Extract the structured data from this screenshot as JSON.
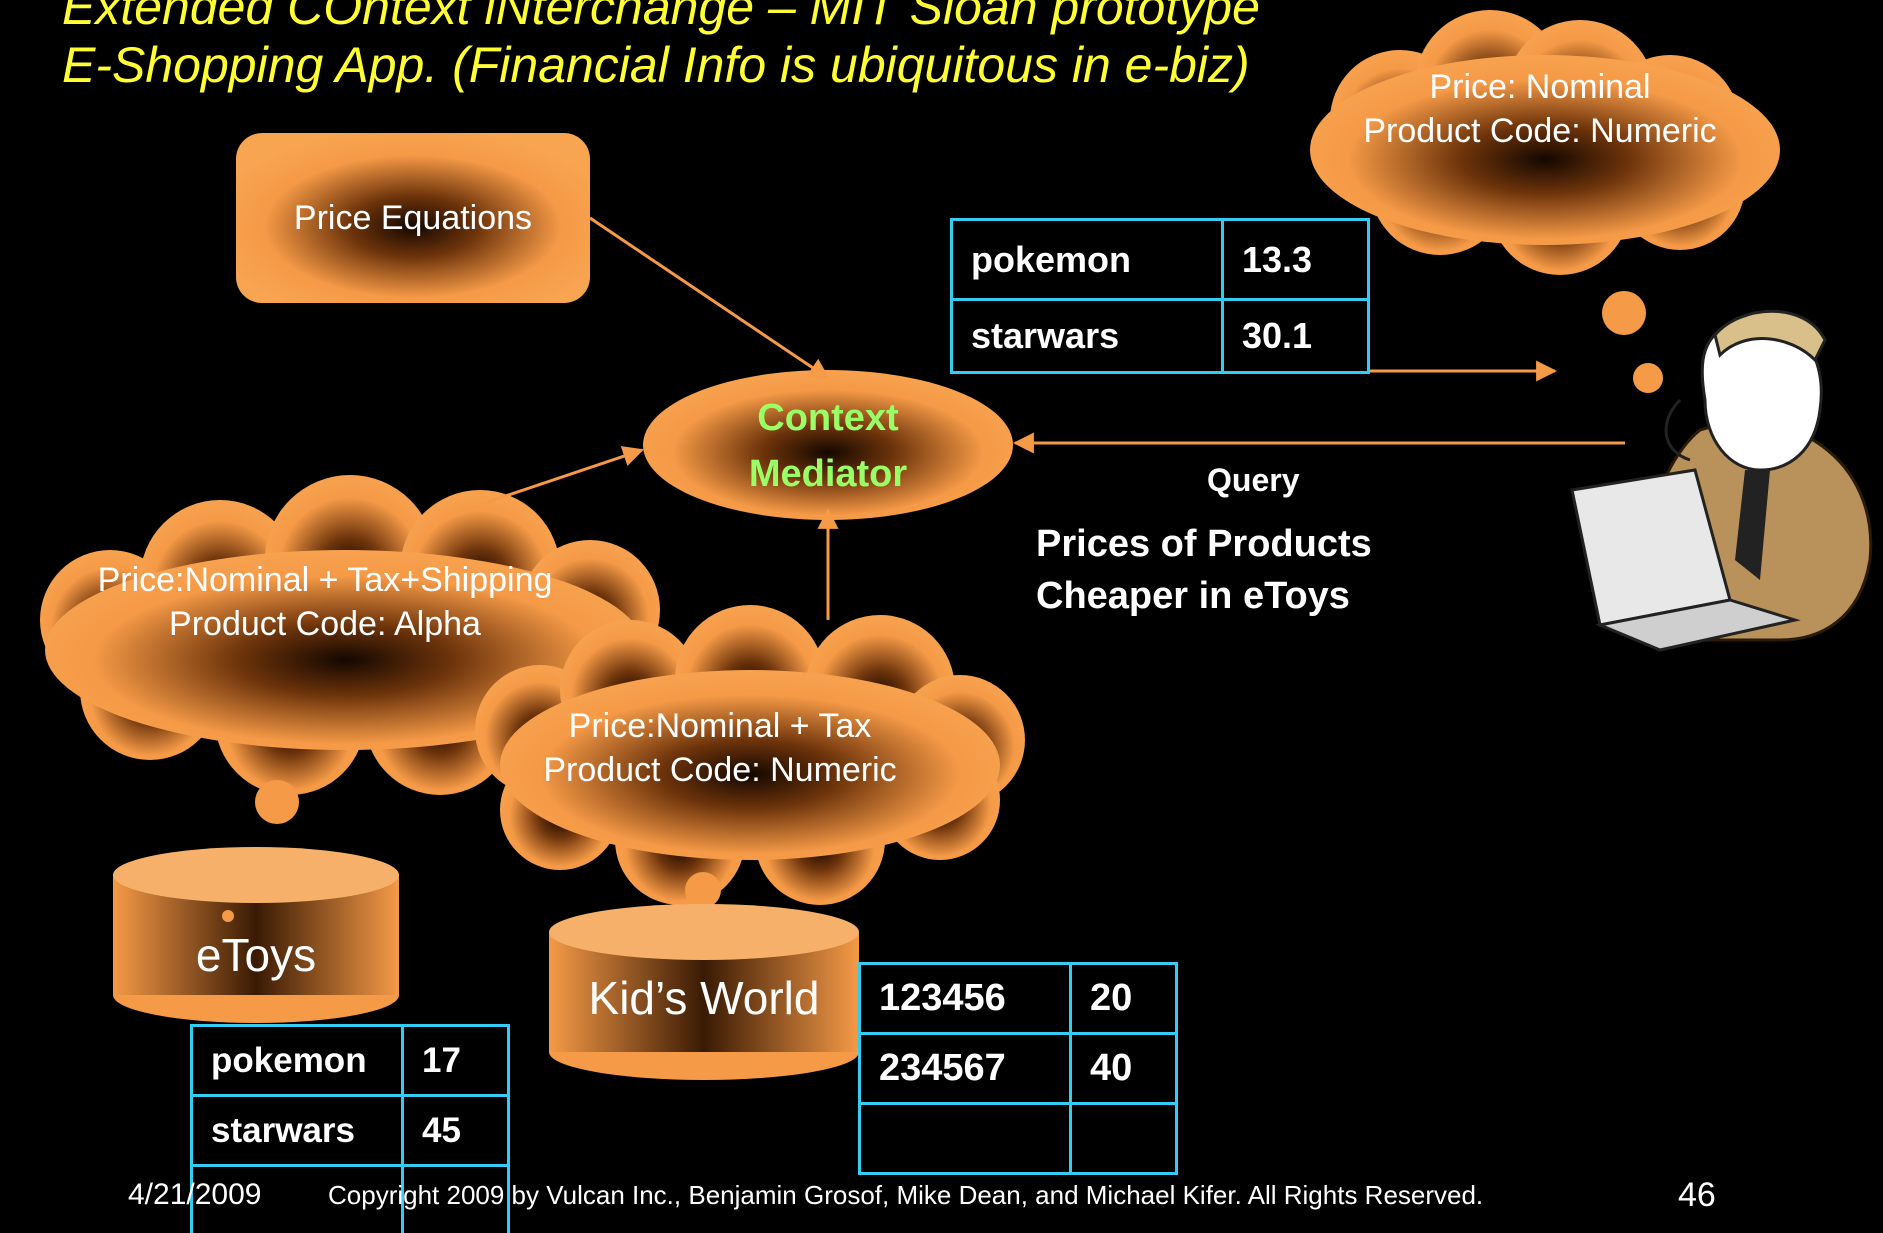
{
  "title": {
    "line1": "Extended COntext iNterchange – MIT Sloan prototype",
    "line2": "E-Shopping App. (Financial Info is ubiquitous in e-biz)"
  },
  "nodes": {
    "price_equations": "Price Equations",
    "mediator_line1": "Context",
    "mediator_line2": "Mediator",
    "etoys": "eToys",
    "kids_world": "Kid’s World"
  },
  "clouds": {
    "user_context": [
      "Price: Nominal",
      "Product Code: Numeric"
    ],
    "etoys_context": [
      "Price:Nominal + Tax+Shipping",
      "Product Code: Alpha"
    ],
    "kids_context": [
      "Price:Nominal + Tax",
      "Product Code: Numeric"
    ]
  },
  "tables": {
    "result": [
      [
        "pokemon",
        "13.3"
      ],
      [
        "starwars",
        "30.1"
      ]
    ],
    "etoys": [
      [
        "pokemon",
        "17"
      ],
      [
        "starwars",
        "45"
      ],
      [
        "",
        ""
      ]
    ],
    "kids": [
      [
        "123456",
        "20"
      ],
      [
        "234567",
        "40"
      ],
      [
        "",
        ""
      ]
    ]
  },
  "query": {
    "label": "Query",
    "line1": "Prices of Products",
    "line2": "Cheaper in eToys"
  },
  "footer": {
    "date": "4/21/2009",
    "copyright": "Copyright 2009 by Vulcan Inc., Benjamin Grosof, Mike Dean, and Michael Kifer.  All Rights Reserved.",
    "page": "46"
  },
  "colors": {
    "title": "#ffff33",
    "shape_fill": "#f59a47",
    "mediator_text": "#99ff66",
    "table_border": "#33ccf5",
    "arrow": "#f59a47"
  }
}
